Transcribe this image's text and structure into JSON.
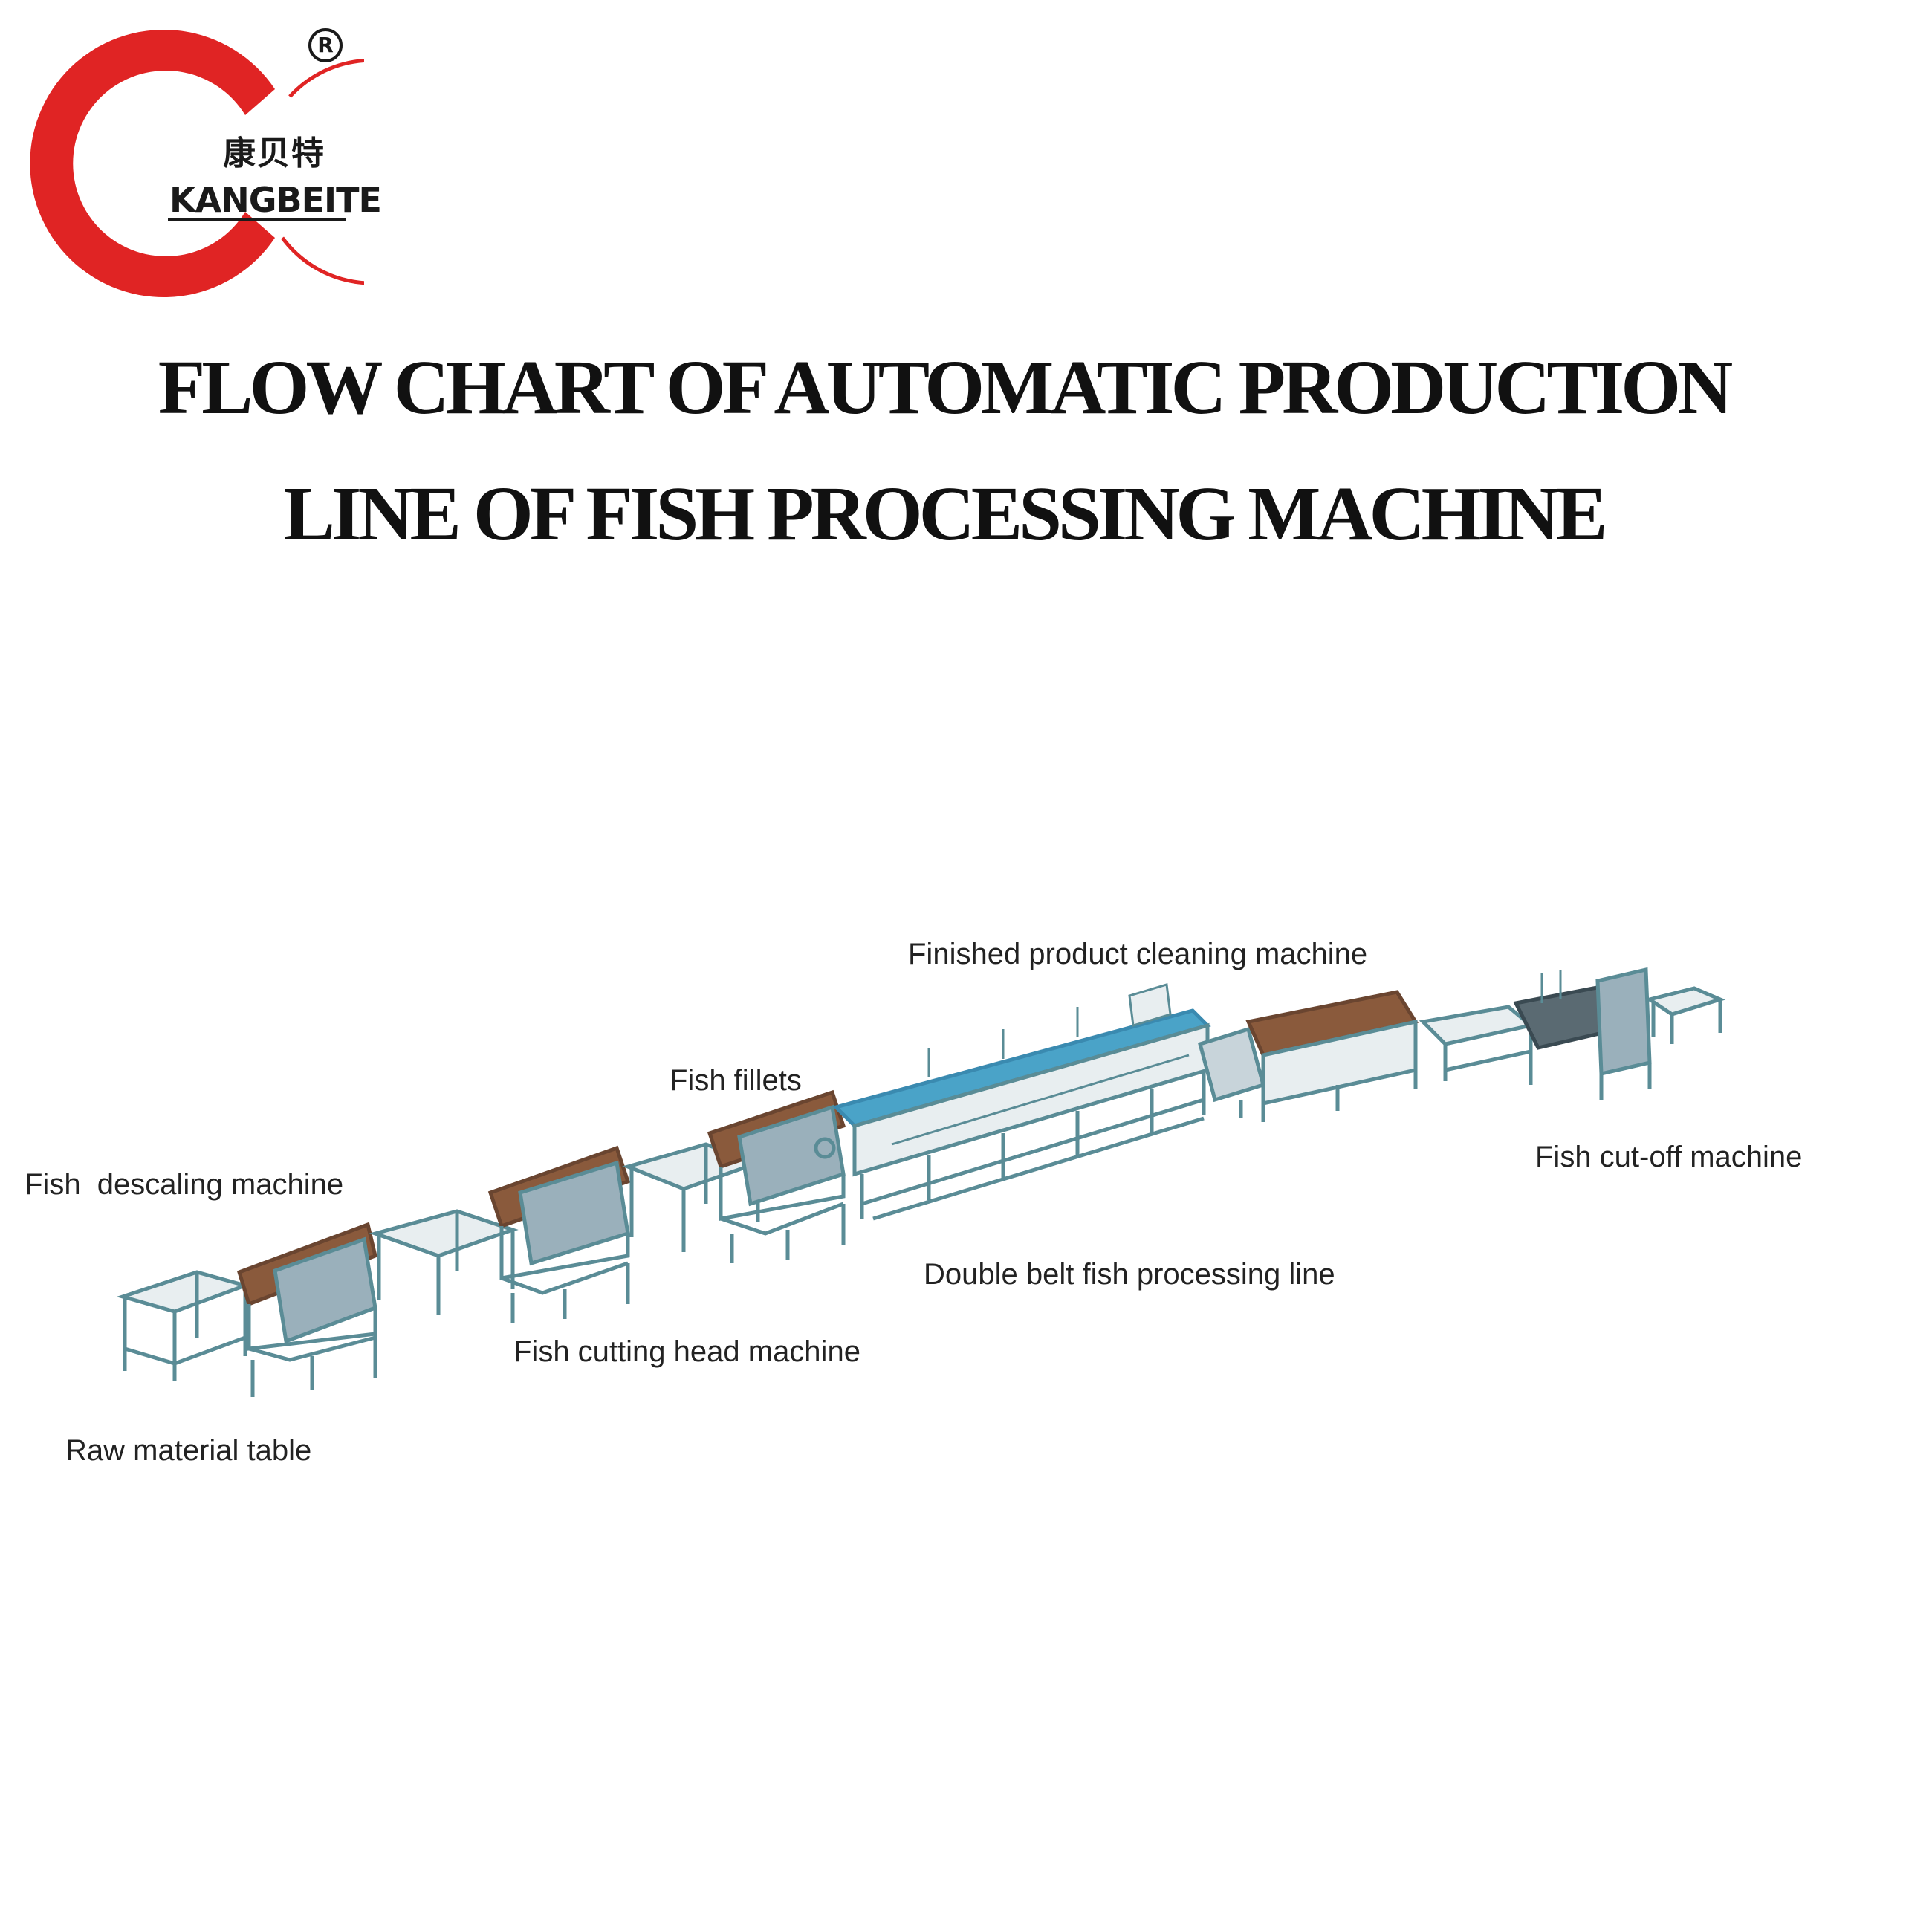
{
  "brand": {
    "name_cn": "康贝特",
    "name_en": "KANGBEITE",
    "registered_mark": "R",
    "colors": {
      "ring": "#e02424",
      "text": "#1a1a1a"
    }
  },
  "title": {
    "line1": "FLOW CHART OF AUTOMATIC PRODUCTION",
    "line2": "LINE OF FISH PROCESSING MACHINE"
  },
  "stations": [
    {
      "label": "Raw material table"
    },
    {
      "label": "Fish  descaling machine"
    },
    {
      "label": "Fish cutting head machine"
    },
    {
      "label": "Fish fillets"
    },
    {
      "label": "Double belt fish processing line"
    },
    {
      "label": "Finished product cleaning machine"
    },
    {
      "label": "Fish cut-off machine"
    }
  ],
  "colors": {
    "frame": "#5a8c96",
    "belt": "#8a5a3c",
    "body": "#9ab0bb",
    "conveyor": "#4aa3c8"
  }
}
